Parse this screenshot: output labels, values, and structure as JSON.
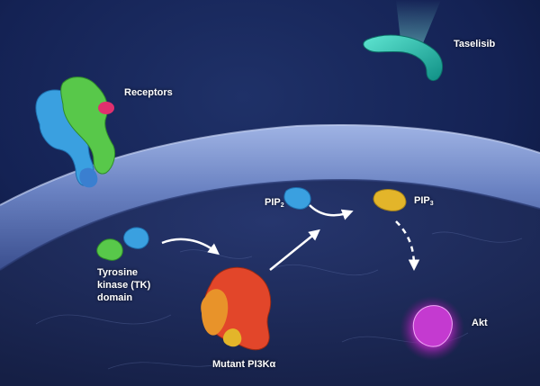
{
  "labels": {
    "taselisib": "Taselisib",
    "receptors": "Receptors",
    "pip2_main": "PIP",
    "pip2_sub": "2",
    "pip3_main": "PIP",
    "pip3_sub": "3",
    "tk_line1": "Tyrosine",
    "tk_line2": "kinase (TK)",
    "tk_line3": "domain",
    "mutant_pi3k": "Mutant PI3Kα",
    "akt": "Akt"
  },
  "colors": {
    "background": "#0e1a3a",
    "membrane": "#6f86c4",
    "taselisib": "#1fb5a6",
    "receptor_blue": "#3aa0e0",
    "receptor_green": "#58c84a",
    "receptor_pink": "#e0306e",
    "pi3k_red": "#e2462a",
    "pi3k_orange": "#e8932a",
    "pip3_yellow": "#e3b52a",
    "akt_purple": "#c43ad0",
    "arrow": "#ffffff"
  }
}
